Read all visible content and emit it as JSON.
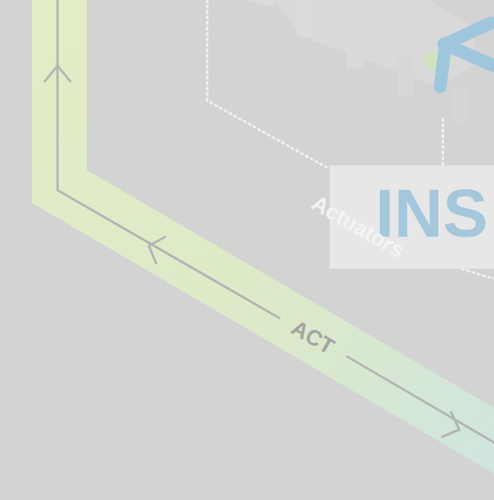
{
  "diagram": {
    "nodes": [
      {
        "text": [
          "INS"
        ]
      }
    ],
    "labels": [
      "Actuators",
      "ACT"
    ]
  }
}
